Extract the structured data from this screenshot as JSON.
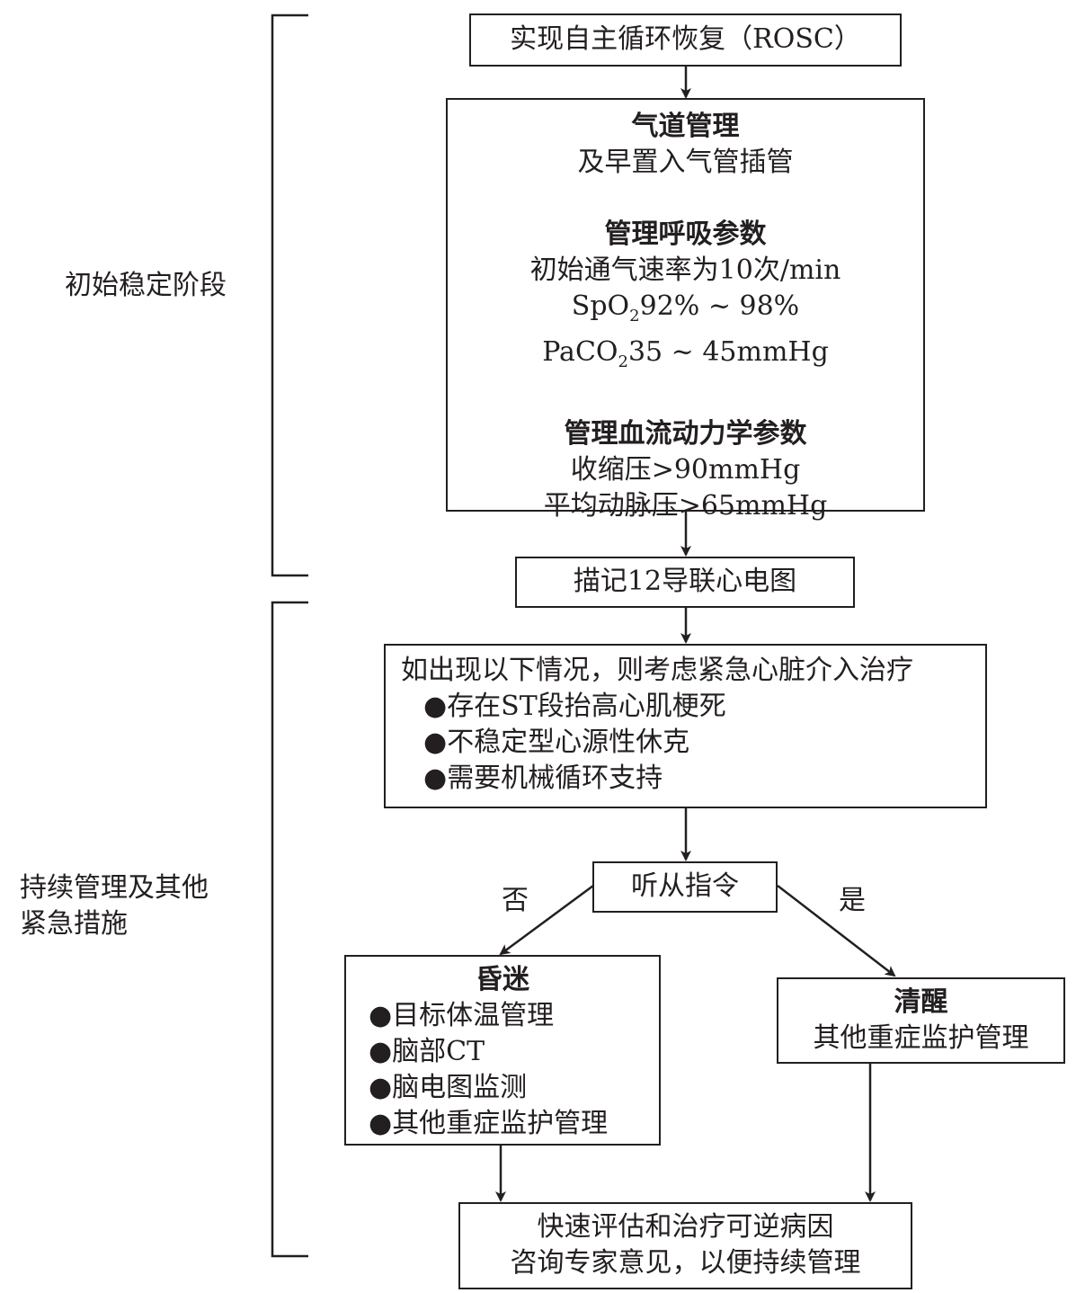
{
  "stage1_label": "初始稳定阶段",
  "stage2_label": [
    "持续管理及其他",
    "紧急措施"
  ],
  "rosc": "实现自主循环恢复（ROSC）",
  "airway": {
    "title": "气道管理",
    "text": "及早置入气管插管"
  },
  "breathing": {
    "title": "管理呼吸参数",
    "line1": "初始通气速率为10次/min",
    "spo2_pre": "SpO",
    "spo2_sub": "2",
    "spo2_post": "92% ~ 98%",
    "paco2_pre": "PaCO",
    "paco2_sub": "2",
    "paco2_post": "35 ~ 45mmHg"
  },
  "hemo": {
    "title": "管理血流动力学参数",
    "line1": "收缩压>90mmHg",
    "line2": "平均动脉压>65mmHg"
  },
  "ecg": "描记12导联心电图",
  "cardiac": {
    "intro": "如出现以下情况，则考虑紧急心脏介入治疗",
    "items": [
      "存在ST段抬高心肌梗死",
      "不稳定型心源性休克",
      "需要机械循环支持"
    ]
  },
  "command": "听从指令",
  "no_label": "否",
  "yes_label": "是",
  "coma": {
    "title": "昏迷",
    "items": [
      "目标体温管理",
      "脑部CT",
      "脑电图监测",
      "其他重症监护管理"
    ]
  },
  "awake": {
    "title": "清醒",
    "text": "其他重症监护管理"
  },
  "final": {
    "line1": "快速评估和治疗可逆病因",
    "line2": "咨询专家意见，以便持续管理"
  }
}
